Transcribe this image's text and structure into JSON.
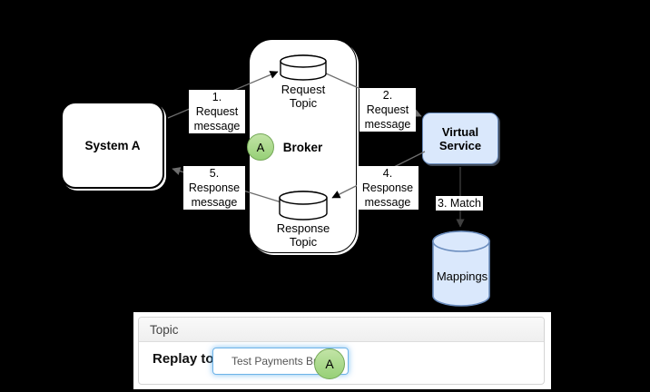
{
  "diagram": {
    "system_a": {
      "label": "System A"
    },
    "broker": {
      "label": "Broker",
      "badge": "A",
      "request_topic_label": "Request\nTopic",
      "response_topic_label": "Response\nTopic"
    },
    "virtual_service": {
      "label": "Virtual\nService"
    },
    "mappings": {
      "label": "Mappings"
    },
    "edge_labels": {
      "request_1": "1. Request\nmessage",
      "request_2": "2. Request\nmessage",
      "match_3": "3. Match",
      "response_4": "4. Response\nmessage",
      "response_5": "5. Response\nmessage"
    },
    "colors": {
      "node_fill": "#ffffff",
      "node_stroke": "#000000",
      "blue_fill": "#dae8fc",
      "blue_stroke": "#6c8ebf",
      "green_fill": "#97d077",
      "green_stroke": "#74a857",
      "connector": "#6e6e6e"
    }
  },
  "panel": {
    "heading": "Topic",
    "replay_label": "Replay to",
    "topic_select_value": "Test Payments Brok",
    "badge": "A"
  }
}
